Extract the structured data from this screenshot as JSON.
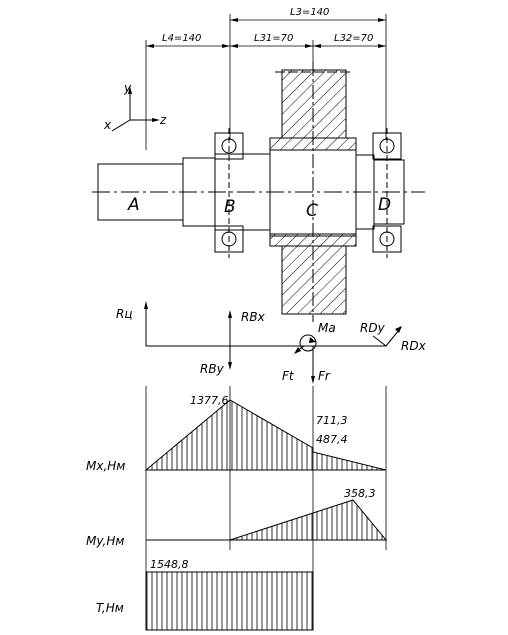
{
  "dimensions": {
    "l4": "L4=140",
    "l3": "L3=140",
    "l31": "L31=70",
    "l32": "L32=70"
  },
  "axes": {
    "y": "y",
    "x": "x",
    "z": "z"
  },
  "points": {
    "a": "A",
    "b": "B",
    "c": "C",
    "d": "D"
  },
  "forces": {
    "ru": "Rц",
    "rbx": "RBx",
    "rby": "RBy",
    "ma": "Ma",
    "rdy": "RDy",
    "rdx": "RDx",
    "ft": "Ft",
    "fr": "Fr"
  },
  "diagrams": {
    "mx": {
      "label": "Mx,Нм",
      "peak": "1377,6",
      "c_left": "711,3",
      "c_right": "487,4"
    },
    "my": {
      "label": "My,Нм",
      "peak": "358,3"
    },
    "t": {
      "label": "T,Нм",
      "value": "1548,8"
    }
  }
}
